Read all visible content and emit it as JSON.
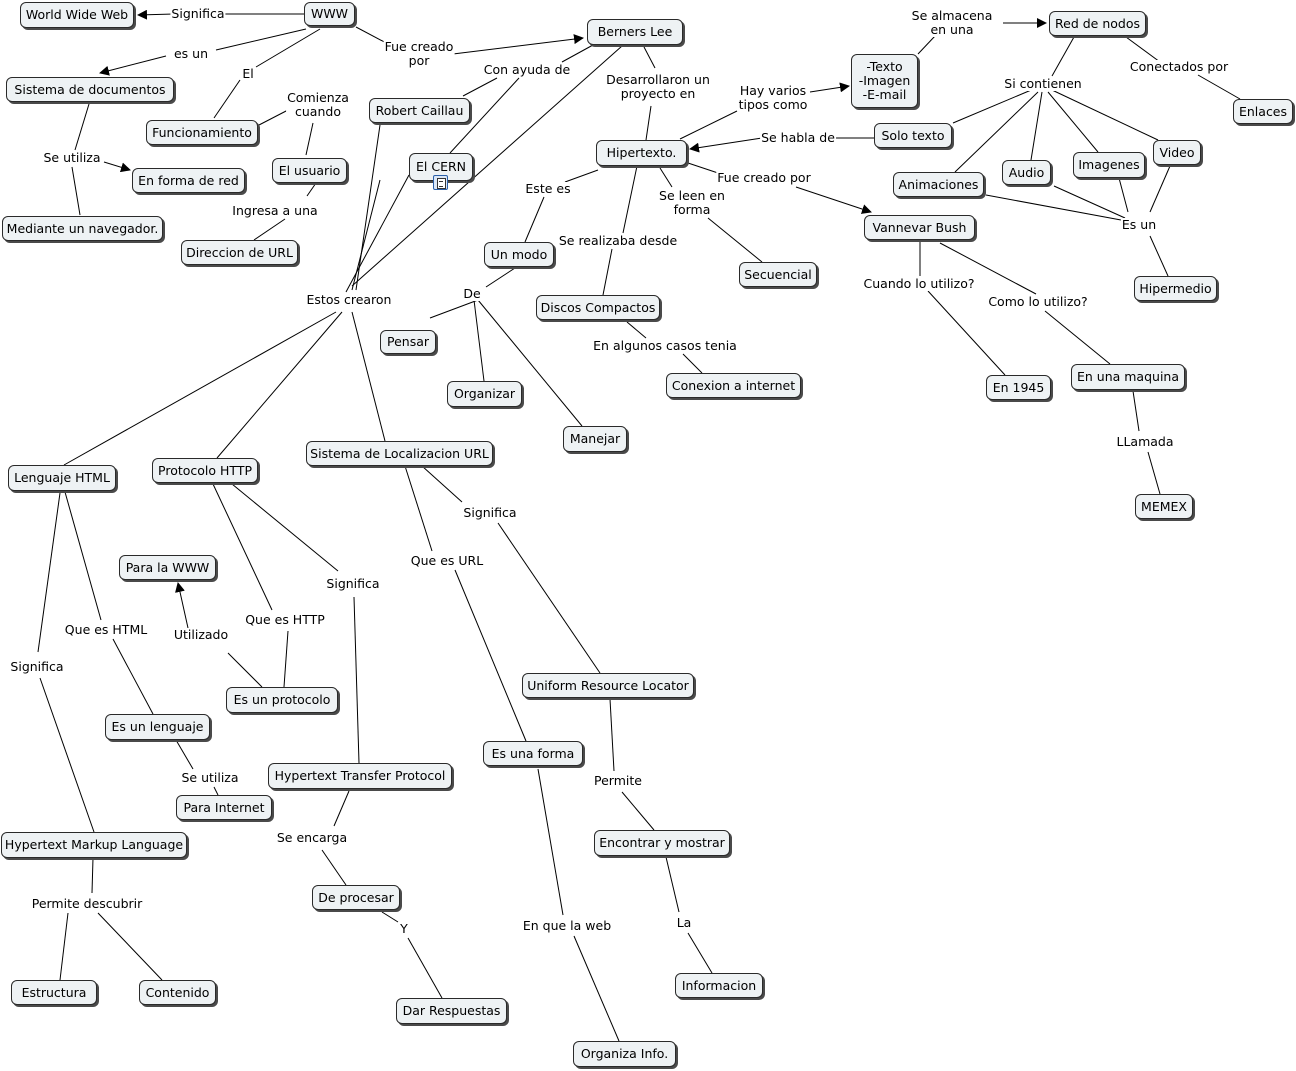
{
  "nodes": {
    "world_wide_web": "World Wide Web",
    "www": "WWW",
    "berners_lee": "Berners Lee",
    "red_de_nodos": "Red de nodos",
    "texto_imagen_email": "-Texto\n-Imagen\n-E-mail",
    "enlaces": "Enlaces",
    "sistema_de_documentos": "Sistema de documentos",
    "robert_caillau": "Robert Caillau",
    "funcionamiento": "Funcionamiento",
    "el_usuario": "El usuario",
    "el_cern": "El CERN",
    "hipertexto": "Hipertexto.",
    "solo_texto": "Solo texto",
    "audio": "Audio",
    "imagenes": "Imagenes",
    "video": "Video",
    "animaciones": "Animaciones",
    "en_forma_de_red": "En forma de red",
    "mediante_un_navegador": "Mediante un navegador.",
    "direccion_de_url": "Direccion de URL",
    "un_modo": "Un modo",
    "vannevar_bush": "Vannevar Bush",
    "secuencial": "Secuencial",
    "hipermedio": "Hipermedio",
    "discos_compactos": "Discos Compactos",
    "pensar": "Pensar",
    "organizar": "Organizar",
    "conexion_a_internet": "Conexion a internet",
    "en_1945": "En 1945",
    "en_una_maquina": "En una maquina",
    "manejar": "Manejar",
    "sistema_de_localizacion_url": "Sistema de Localizacion URL",
    "lenguaje_html": "Lenguaje HTML",
    "protocolo_http": "Protocolo HTTP",
    "memex": "MEMEX",
    "para_la_www": "Para la WWW",
    "uniform_resource_locator": "Uniform Resource Locator",
    "es_un_protocolo": "Es un protocolo",
    "es_un_lenguaje": "Es un lenguaje",
    "es_una_forma": "Es una forma",
    "hypertext_transfer_protocol": "Hypertext Transfer Protocol",
    "para_internet": "Para Internet",
    "hypertext_markup_language": "Hypertext Markup Language",
    "encontrar_y_mostrar": "Encontrar y mostrar",
    "de_procesar": "De procesar",
    "estructura": "Estructura",
    "contenido": "Contenido",
    "informacion": "Informacion",
    "dar_respuestas": "Dar Respuestas",
    "organiza_info": "Organiza Info."
  },
  "links": {
    "significa_www": "Significa",
    "es_un": "es un",
    "el": "El",
    "fue_creado_por": "Fue creado\npor",
    "se_almacena_en_una": "Se almacena\nen una",
    "con_ayuda_de": "Con ayuda de",
    "desarrollaron_un_proyecto_en": "Desarrollaron un\nproyecto en",
    "hay_varios_tipos_como": "Hay varios\ntipos como",
    "conectados_por": "Conectados por",
    "si_contienen": "Si contienen",
    "comienza_cuando": "Comienza\ncuando",
    "se_habla_de": "Se habla de",
    "se_utiliza_red": "Se utiliza",
    "este_es": "Este es",
    "fue_creado_por_bush": "Fue creado por",
    "se_leen_en_forma": "Se leen en\nforma",
    "ingresa_a_una": "Ingresa a una",
    "es_un_hipermedio": "Es un",
    "se_realizaba_desde": "Se realizaba desde",
    "cuando_lo_utilizo": "Cuando lo utilizo?",
    "de": "De",
    "estos_crearon": "Estos crearon",
    "como_lo_utilizo": "Como lo utilizo?",
    "en_algunos_casos_tenia": "En algunos casos tenia",
    "llamada": "LLamada",
    "significa_url": "Significa",
    "que_es_url": "Que es URL",
    "significa_http": "Significa",
    "que_es_http": "Que es HTTP",
    "que_es_html": "Que es HTML",
    "utilizado": "Utilizado",
    "significa_html": "Significa",
    "se_utiliza_internet": "Se utiliza",
    "permite": "Permite",
    "se_encarga": "Se encarga",
    "permite_descubrir": "Permite descubrir",
    "la": "La",
    "en_que_la_web": "En que la web",
    "y": "Y"
  }
}
